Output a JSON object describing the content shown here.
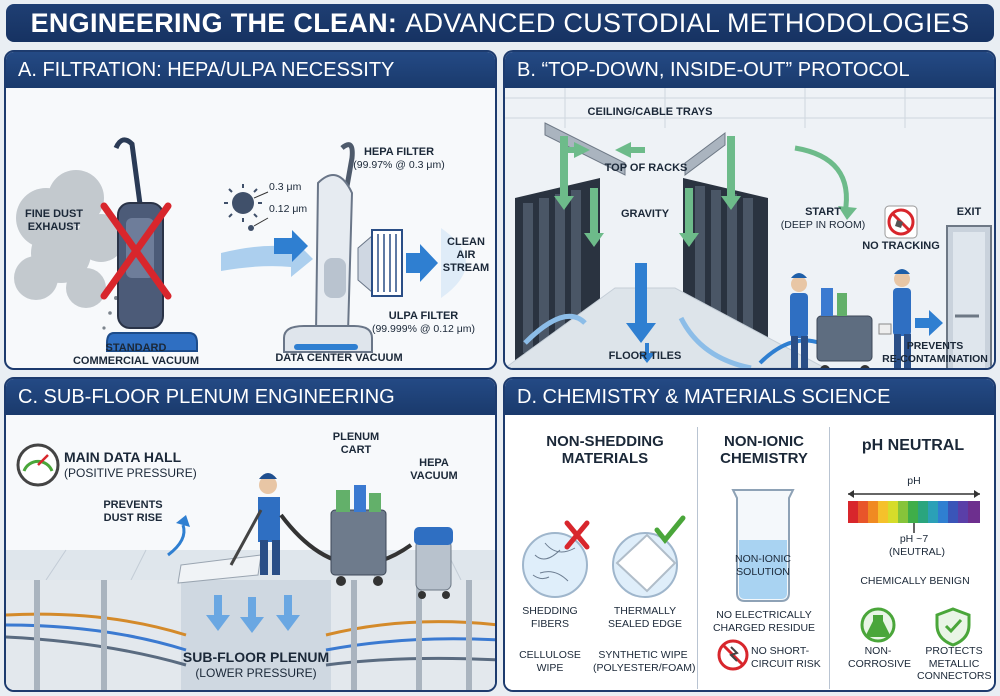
{
  "title": {
    "bold": "ENGINEERING THE CLEAN:",
    "light": "ADVANCED CUSTODIAL METHODOLOGIES"
  },
  "panel_a": {
    "heading": "A. FILTRATION: HEPA/ULPA NECESSITY",
    "fine_dust_line1": "FINE DUST",
    "fine_dust_line2": "EXHAUST",
    "standard_line1": "STANDARD",
    "standard_line2": "COMMERCIAL VACUUM",
    "particle_large": "0.3 μm",
    "particle_small": "0.12 μm",
    "hepa_line1": "HEPA FILTER",
    "hepa_line2": "(99.97% @ 0.3 μm)",
    "ulpa_line1": "ULPA FILTER",
    "ulpa_line2": "(99.999% @ 0.12 μm)",
    "clean_line1": "CLEAN",
    "clean_line2": "AIR",
    "clean_line3": "STREAM",
    "dc_vacuum": "DATA CENTER VACUUM"
  },
  "panel_b": {
    "heading": "B. “TOP-DOWN, INSIDE-OUT” PROTOCOL",
    "ceiling": "CEILING/CABLE TRAYS",
    "racks": "TOP OF RACKS",
    "gravity": "GRAVITY",
    "floor": "FLOOR TILES",
    "start_line1": "START",
    "start_line2": "(DEEP IN ROOM)",
    "no_tracking": "NO TRACKING",
    "exit": "EXIT",
    "prevents_line1": "PREVENTS",
    "prevents_line2": "RE-CONTAMINATION"
  },
  "panel_c": {
    "heading": "C. SUB-FLOOR PLENUM ENGINEERING",
    "hall_line1": "MAIN DATA HALL",
    "hall_line2": "(POSITIVE PRESSURE)",
    "prevents_line1": "PREVENTS",
    "prevents_line2": "DUST RISE",
    "cart_line1": "PLENUM",
    "cart_line2": "CART",
    "hepa_line1": "HEPA",
    "hepa_line2": "VACUUM",
    "plenum_line1": "SUB-FLOOR PLENUM",
    "plenum_line2": "(LOWER PRESSURE)"
  },
  "panel_d": {
    "heading": "D. CHEMISTRY & MATERIALS SCIENCE",
    "col1_line1": "NON-SHEDDING",
    "col1_line2": "MATERIALS",
    "shedding_line1": "SHEDDING",
    "shedding_line2": "FIBERS",
    "sealed_line1": "THERMALLY",
    "sealed_line2": "SEALED EDGE",
    "cellulose_line1": "CELLULOSE",
    "cellulose_line2": "WIPE",
    "synthetic_line1": "SYNTHETIC WIPE",
    "synthetic_line2": "(POLYESTER/FOAM)",
    "col2_line1": "NON-IONIC",
    "col2_line2": "CHEMISTRY",
    "solution_line1": "NON-IONIC",
    "solution_line2": "SOLUTION",
    "residue_line1": "NO ELECTRICALLY",
    "residue_line2": "CHARGED RESIDUE",
    "short_line1": "NO SHORT-",
    "short_line2": "CIRCUIT RISK",
    "col3": "pH NEUTRAL",
    "ph": "pH",
    "ph7_line1": "pH ~7",
    "ph7_line2": "(NEUTRAL)",
    "benign": "CHEMICALLY BENIGN",
    "noncorr_line1": "NON-",
    "noncorr_line2": "CORROSIVE",
    "protects_line1": "PROTECTS",
    "protects_line2": "METALLIC",
    "protects_line3": "CONNECTORS"
  },
  "colors": {
    "navy": "#1d3b6e",
    "accent_blue": "#2f7fd1",
    "red_x": "#d8262c",
    "green_check": "#4aa63a"
  }
}
